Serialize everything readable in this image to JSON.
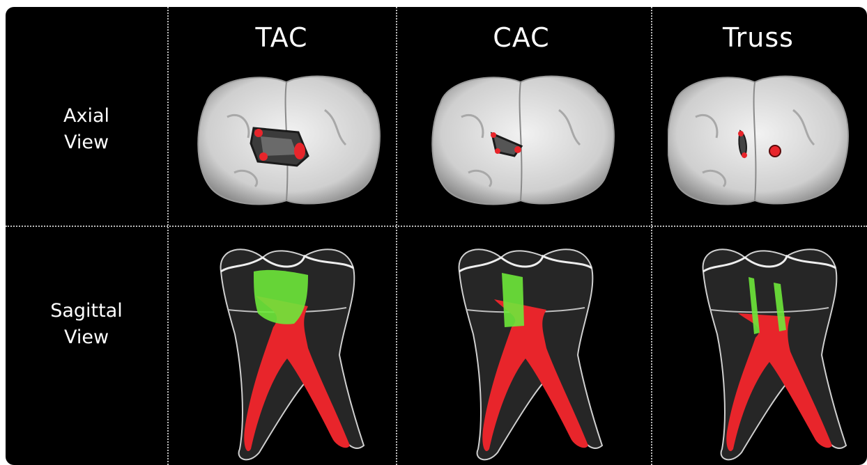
{
  "columns": [
    {
      "label": "TAC"
    },
    {
      "label": "CAC"
    },
    {
      "label": "Truss"
    }
  ],
  "rows": [
    {
      "line1": "Axial",
      "line2": "View"
    },
    {
      "line1": "Sagittal",
      "line2": "View"
    }
  ],
  "colors": {
    "background": "#000000",
    "tooth": "#d9d9d9",
    "pulp": "#e8252b",
    "access_cavity": "#6ee83a",
    "grid": "#bdbdbd"
  }
}
